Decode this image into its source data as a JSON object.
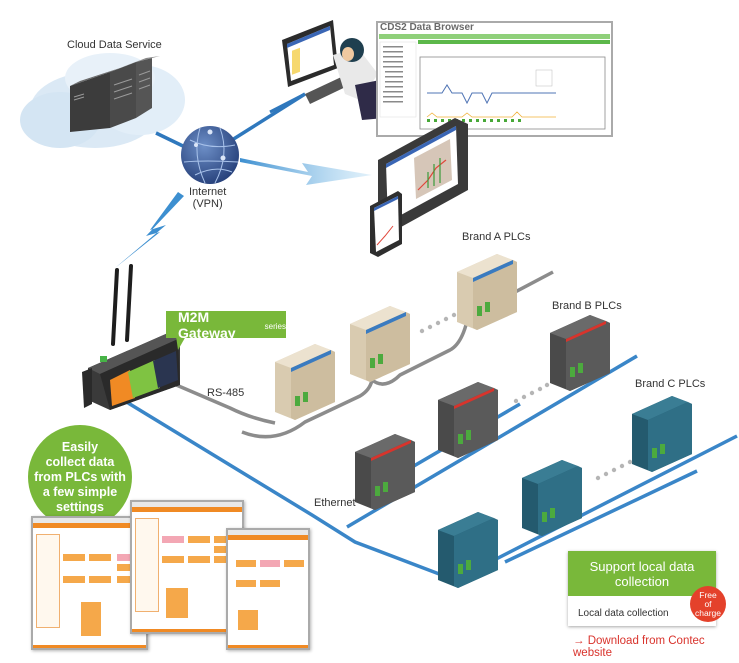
{
  "labels": {
    "cloud": "Cloud Data Service",
    "internet_line1": "Internet",
    "internet_line2": "(VPN)",
    "brand_a": "Brand A PLCs",
    "brand_b": "Brand B PLCs",
    "brand_c": "Brand C PLCs",
    "rs485": "RS-485",
    "ethernet": "Ethernet"
  },
  "gateway_callout": {
    "title": "M2M Gateway",
    "suffix": "series"
  },
  "browser_screen": {
    "title": "CDS2 Data Browser"
  },
  "easy_circle": {
    "lines": [
      "Easily",
      "collect data",
      "from PLCs with",
      "a few simple",
      "settings"
    ]
  },
  "local_box": {
    "heading_line1": "Support local data",
    "heading_line2": "collection",
    "sub": "Local data collection",
    "badge_line1": "Free",
    "badge_line2": "of",
    "badge_line3": "charge"
  },
  "download_link": {
    "arrow": "→",
    "text": "Download from Contec website"
  },
  "colors": {
    "ethernet_blue": "#3a86c8",
    "rs485_gray": "#8c8c8c",
    "accent_green": "#79b83a",
    "badge_red": "#e4412b",
    "link_red": "#d9332c",
    "brand_a_beige": "#d9cbb0",
    "brand_b_gray": "#5a5a5a",
    "brand_c_teal": "#2f6f86"
  }
}
